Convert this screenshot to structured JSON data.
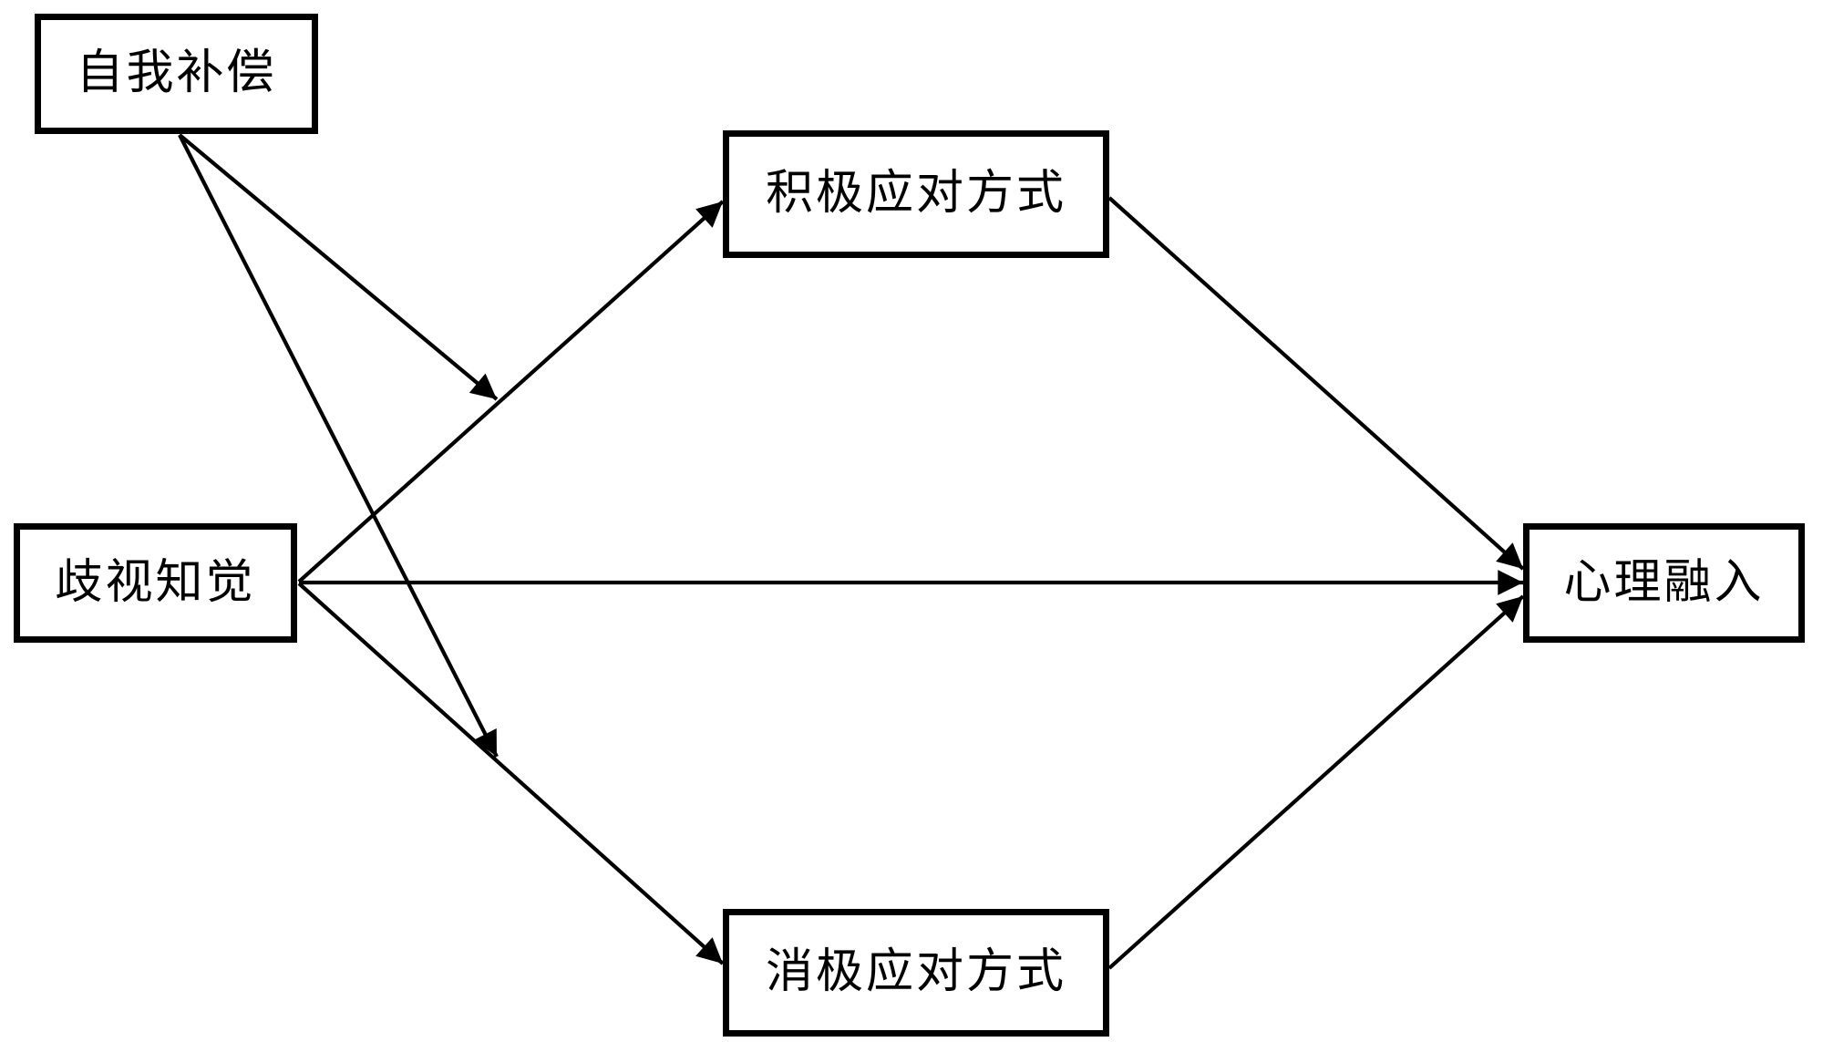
{
  "diagram": {
    "type": "path-model",
    "nodes": {
      "self_compensation": {
        "label": "自我补偿"
      },
      "perceived_discrimination": {
        "label": "歧视知觉"
      },
      "positive_coping": {
        "label": "积极应对方式"
      },
      "negative_coping": {
        "label": "消极应对方式"
      },
      "psychological_integration": {
        "label": "心理融入"
      }
    },
    "edges": [
      {
        "from": "歧视知觉",
        "to": "积极应对方式",
        "type": "direct-arrow"
      },
      {
        "from": "歧视知觉",
        "to": "心理融入",
        "type": "direct-arrow"
      },
      {
        "from": "歧视知觉",
        "to": "消极应对方式",
        "type": "direct-arrow"
      },
      {
        "from": "积极应对方式",
        "to": "心理融入",
        "type": "direct-arrow"
      },
      {
        "from": "消极应对方式",
        "to": "心理融入",
        "type": "direct-arrow"
      },
      {
        "from": "自我补偿",
        "to": "歧视知觉→积极应对方式路径",
        "type": "moderation-arrow"
      },
      {
        "from": "自我补偿",
        "to": "歧视知觉→消极应对方式路径",
        "type": "moderation-arrow"
      }
    ],
    "colors": {
      "line": "#000000",
      "border": "#000000",
      "text": "#000000",
      "background": "#ffffff"
    }
  }
}
